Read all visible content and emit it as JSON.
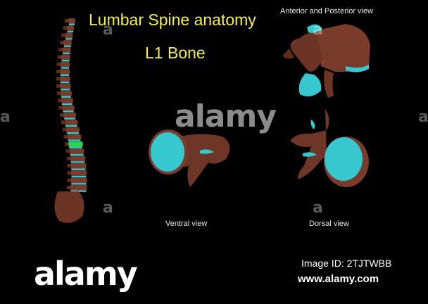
{
  "header": {
    "title": "Lumbar Spine anatomy",
    "subtitle": "L1 Bone"
  },
  "views": {
    "anterior_posterior": "Anterior and Posterior view",
    "ventral": "Ventral view",
    "dorsal": "Dorsal view"
  },
  "watermark": {
    "center": "alamy",
    "letter": "a"
  },
  "footer": {
    "brand": "alamy",
    "image_id": "Image ID: 2TJTWBB",
    "website": "www.alamy.com"
  },
  "colors": {
    "background": "#000000",
    "title": "#f6ec4a",
    "bone": "#7a3c2a",
    "disc": "#37c8cf",
    "highlight": "#2fd24a"
  }
}
